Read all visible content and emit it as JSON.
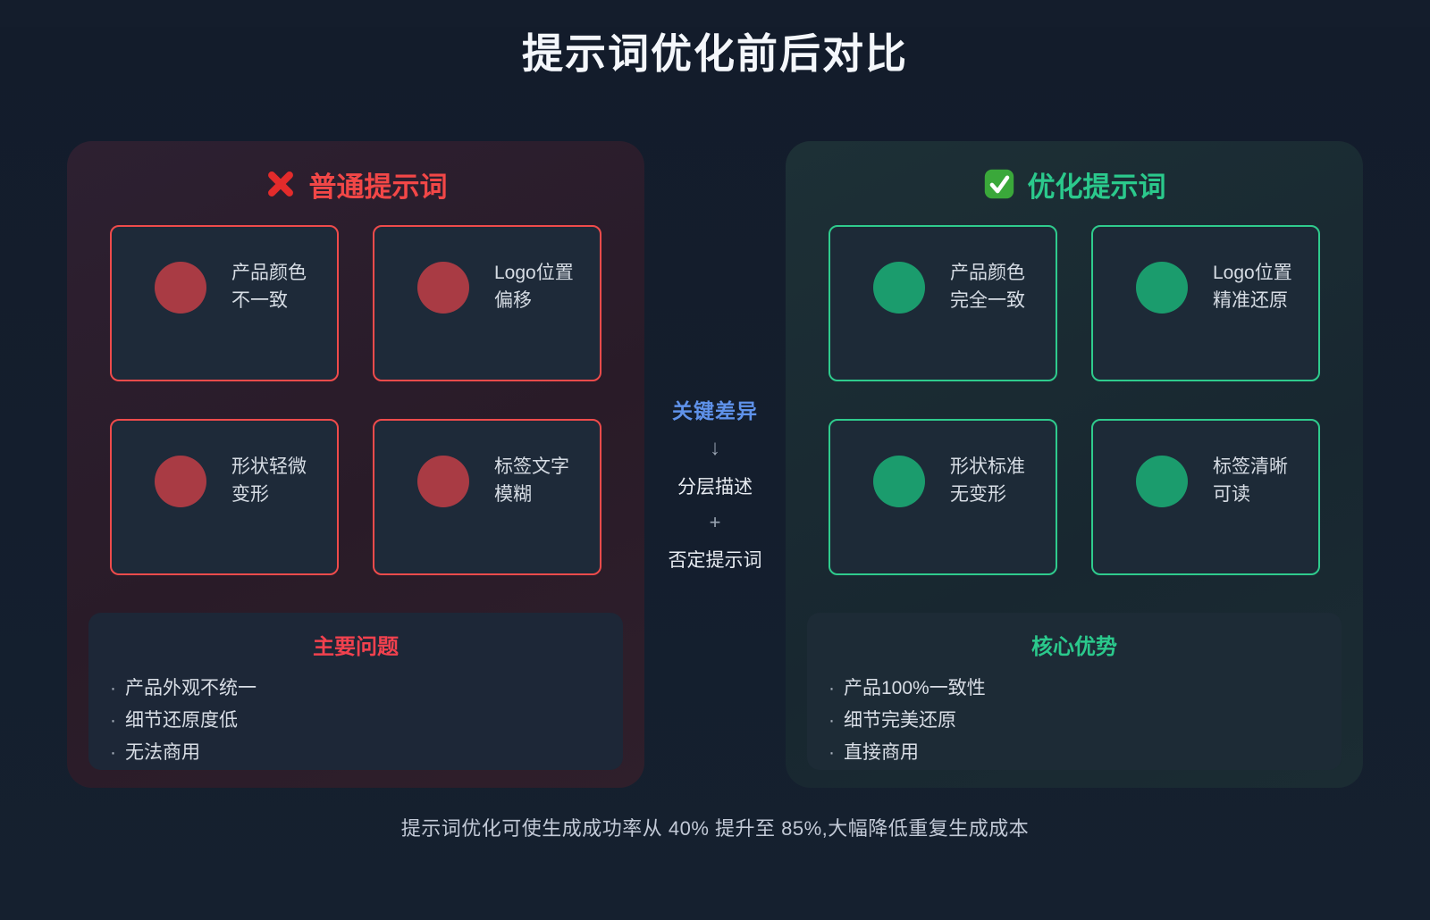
{
  "page": {
    "title": "提示词优化前后对比",
    "footer": "提示词优化可使生成成功率从 40% 提升至 85%,大幅降低重复生成成本"
  },
  "ui": {
    "bullet_marker": "·",
    "icons": {
      "left_header": "cross-mark-icon",
      "right_header": "check-mark-icon"
    }
  },
  "colors": {
    "page_background": "#141d2c",
    "red_accent": "#f24747",
    "red_border": "#ef4b4b",
    "red_circle": "#a93b44",
    "green_accent": "#2bc98c",
    "green_border": "#2fcb8d",
    "green_circle": "#1b9c6d",
    "blue_accent": "#5f92ea",
    "left_panel_bg": "#2c1f30",
    "right_panel_bg": "#1b2d33",
    "card_bg": "#1e2a39"
  },
  "left_panel": {
    "title": "普通提示词",
    "cards": [
      {
        "line1": "产品颜色",
        "line2": "不一致"
      },
      {
        "line1": "Logo位置",
        "line2": "偏移"
      },
      {
        "line1": "形状轻微",
        "line2": "变形"
      },
      {
        "line1": "标签文字",
        "line2": "模糊"
      }
    ],
    "summary": {
      "title": "主要问题",
      "bullets": [
        "产品外观不统一",
        "细节还原度低",
        "无法商用"
      ]
    }
  },
  "middle": {
    "title": "关键差异",
    "arrow_down": "↓",
    "step1": "分层描述",
    "plus": "+",
    "step2": "否定提示词"
  },
  "right_panel": {
    "title": "优化提示词",
    "cards": [
      {
        "line1": "产品颜色",
        "line2": "完全一致"
      },
      {
        "line1": "Logo位置",
        "line2": "精准还原"
      },
      {
        "line1": "形状标准",
        "line2": "无变形"
      },
      {
        "line1": "标签清晰",
        "line2": "可读"
      }
    ],
    "summary": {
      "title": "核心优势",
      "bullets": [
        "产品100%一致性",
        "细节完美还原",
        "直接商用"
      ]
    }
  }
}
